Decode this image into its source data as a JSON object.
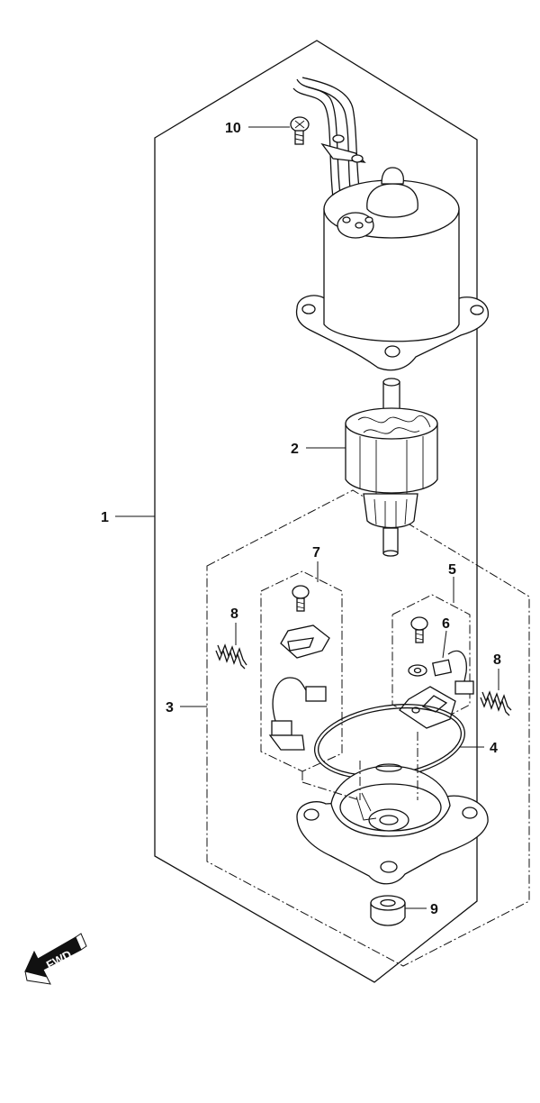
{
  "diagram": {
    "callouts": {
      "c1": "1",
      "c2": "2",
      "c3": "3",
      "c4": "4",
      "c5": "5",
      "c6": "6",
      "c7": "7",
      "c8_left": "8",
      "c8_right": "8",
      "c9": "9",
      "c10": "10"
    },
    "direction_badge": "FWD"
  },
  "colors": {
    "line": "#111111",
    "background": "#ffffff"
  }
}
